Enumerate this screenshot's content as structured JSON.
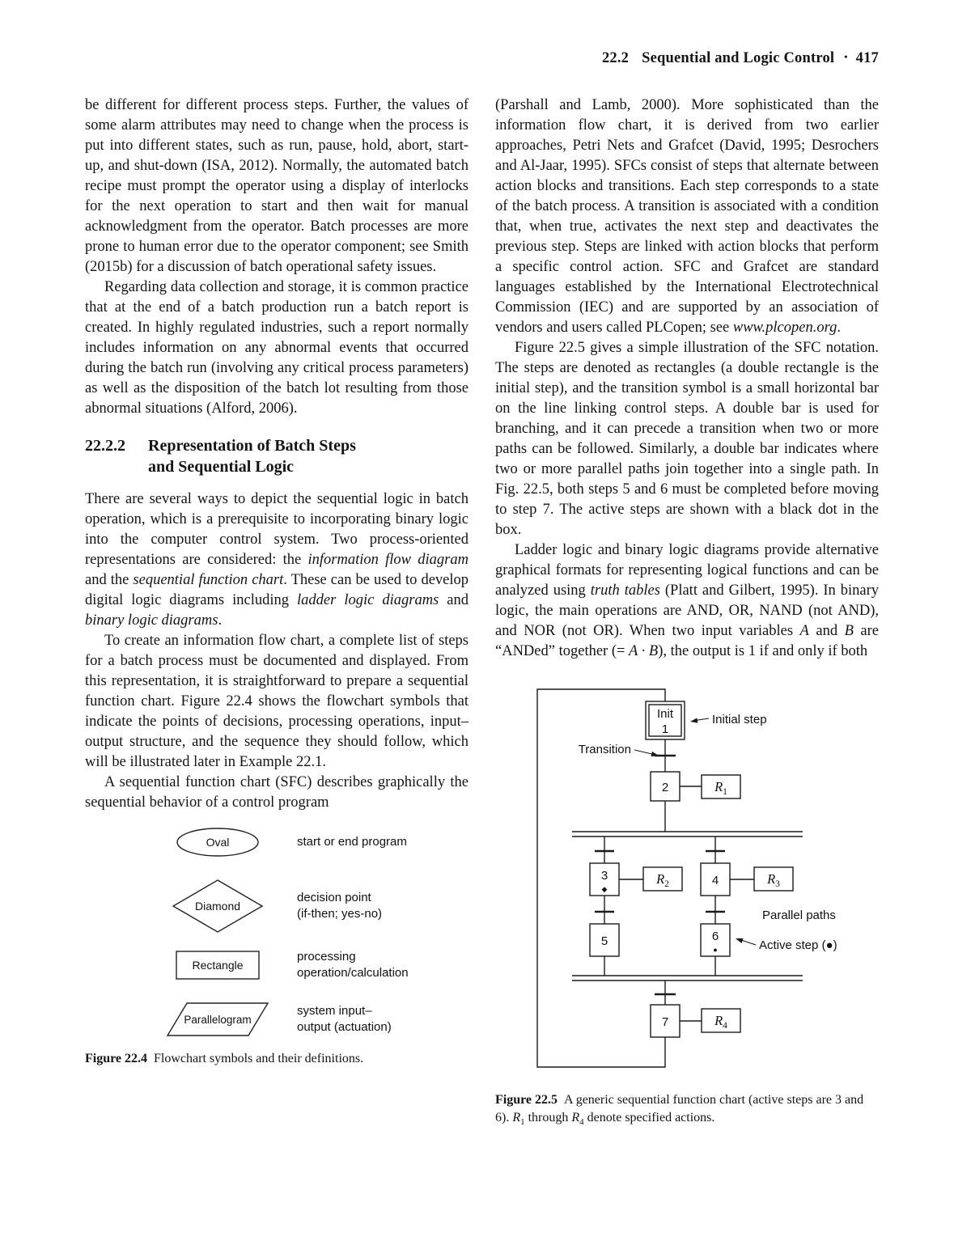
{
  "header": {
    "section": "22.2",
    "title": "Sequential and Logic Control",
    "separator": "•",
    "page_number": "417"
  },
  "left": {
    "para1": "be different for different process steps. Further, the values of some alarm attributes may need to change when the process is put into different states, such as run, pause, hold, abort, start-up, and shut-down (ISA, 2012). Normally, the automated batch recipe must prompt the operator using a display of interlocks for the next operation to start and then wait for manual acknowledgment from the operator. Batch processes are more prone to human error due to the operator component; see Smith (2015b) for a discussion of batch operational safety issues.",
    "para2": "Regarding data collection and storage, it is common practice that at the end of a batch production run a batch report is created. In highly regulated industries, such a report normally includes information on any abnormal events that occurred during the batch run (involving any critical process parameters) as well as the disposition of the batch lot resulting from those abnormal situations (Alford, 2006).",
    "heading": {
      "number": "22.2.2",
      "line1": "Representation of Batch Steps",
      "line2": "and Sequential Logic"
    },
    "para3": {
      "s1": "There are several ways to depict the sequential logic in batch operation, which is a prerequisite to incorporating binary logic into the computer control system. Two process-oriented representations are considered: the ",
      "s2": "information flow diagram",
      "s3": " and the ",
      "s4": "sequential function chart",
      "s5": ". These can be used to develop digital logic diagrams including ",
      "s6": "ladder logic diagrams",
      "s7": " and ",
      "s8": "binary logic diagrams",
      "s9": "."
    },
    "para4": "To create an information flow chart, a complete list of steps for a batch process must be documented and displayed. From this representation, it is straightforward to prepare a sequential function chart. Figure 22.4 shows the flowchart symbols that indicate the points of decisions, processing operations, input–output structure, and the sequence they should follow, which will be illustrated later in Example 22.1.",
    "para5": "A sequential function chart (SFC) describes graphically the sequential behavior of a control program"
  },
  "right": {
    "para1": {
      "s1": "(Parshall and Lamb, 2000). More sophisticated than the information flow chart, it is derived from two earlier approaches, Petri Nets and Grafcet (David, 1995; Desrochers and Al-Jaar, 1995). SFCs consist of steps that alternate between action blocks and transitions. Each step corresponds to a state of the batch process. A transition is associated with a condition that, when true, activates the next step and deactivates the previous step. Steps are linked with action blocks that perform a specific control action. SFC and Grafcet are standard languages established by the International Electrotechnical Commission (IEC) and are supported by an association of vendors and users called PLCopen; see ",
      "s2": "www.plcopen.org",
      "s3": "."
    },
    "para2": "Figure 22.5 gives a simple illustration of the SFC notation. The steps are denoted as rectangles (a double rectangle is the initial step), and the transition symbol is a small horizontal bar on the line linking control steps. A double bar is used for branching, and it can precede a transition when two or more paths can be followed. Similarly, a double bar indicates where two or more parallel paths join together into a single path. In Fig. 22.5, both steps 5 and 6 must be completed before moving to step 7. The active steps are shown with a black dot in the box.",
    "para3": {
      "s1": "Ladder logic and binary logic diagrams provide alternative graphical formats for representing logical functions and can be analyzed using ",
      "s2": "truth tables",
      "s3": " (Platt and Gilbert, 1995). In binary logic, the main operations are AND, OR, NAND (not AND), and NOR (not OR). When two input variables ",
      "s4": "A",
      "s5": " and ",
      "s6": "B",
      "s7": " are “ANDed” together (= ",
      "s8": "A · B",
      "s9": "), the output is 1 if and only if both"
    }
  },
  "figure4": {
    "symbols": [
      {
        "label": "Oval",
        "desc1": "start or end program",
        "desc2": ""
      },
      {
        "label": "Diamond",
        "desc1": "decision point",
        "desc2": "(if-then; yes-no)"
      },
      {
        "label": "Rectangle",
        "desc1": "processing",
        "desc2": "operation/calculation"
      },
      {
        "label": "Parallelogram",
        "desc1": "system input–",
        "desc2": "output (actuation)"
      }
    ],
    "caption_label": "Figure 22.4",
    "caption_text": "Flowchart symbols and their definitions."
  },
  "figure5": {
    "init_label": "Init",
    "init_number": "1",
    "initial_step_label": "Initial step",
    "transition_label": "Transition",
    "parallel_paths_label": "Parallel paths",
    "active_step_label": "Active step (●)",
    "steps": {
      "s2": "2",
      "s3": "3",
      "s4": "4",
      "s5": "5",
      "s6": "6",
      "s7": "7"
    },
    "markers": {
      "step3": "◆",
      "step6": "●"
    },
    "actions": {
      "r_letter": "R",
      "r1_sub": "1",
      "r2_sub": "2",
      "r3_sub": "3",
      "r4_sub": "4"
    },
    "caption_label": "Figure 22.5",
    "caption": {
      "s1": "A generic sequential function chart (active steps are 3 and 6). ",
      "r1_letter": "R",
      "r1_sub": "1",
      "s2": " through ",
      "r4_letter": "R",
      "r4_sub": "4",
      "s3": " denote specified actions."
    }
  }
}
